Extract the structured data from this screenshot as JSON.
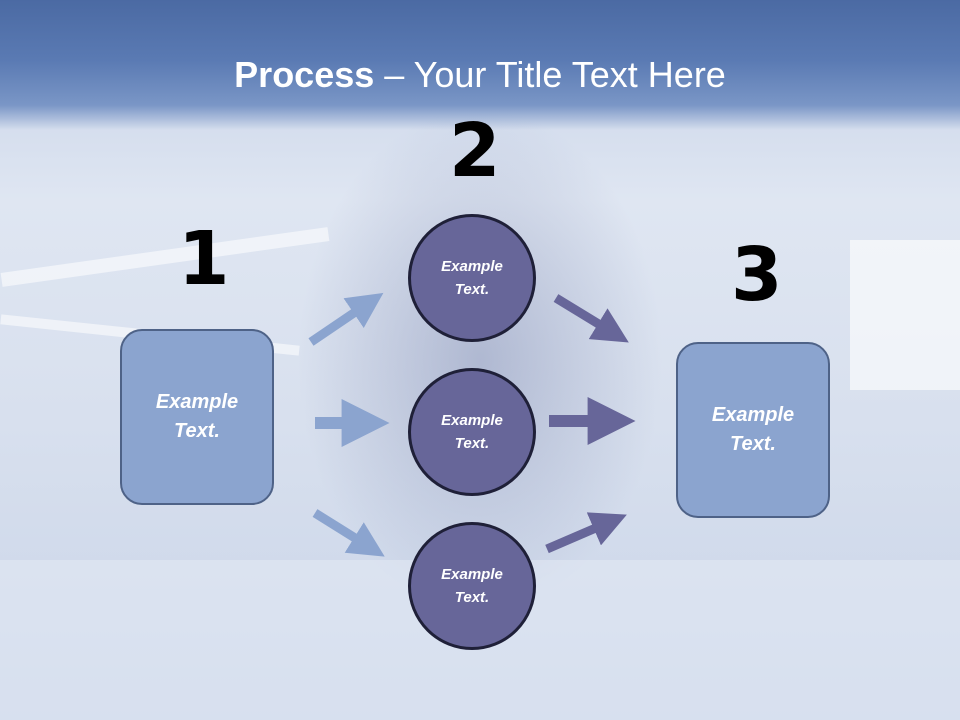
{
  "slide": {
    "title_bold": "Process",
    "title_rest": " – Your Title Text Here"
  },
  "steps": [
    {
      "number": "1"
    },
    {
      "number": "2"
    },
    {
      "number": "3"
    }
  ],
  "left_box": {
    "line1": "Example",
    "line2": "Text."
  },
  "right_box": {
    "line1": "Example",
    "line2": "Text."
  },
  "circles": [
    {
      "line1": "Example",
      "line2": "Text."
    },
    {
      "line1": "Example",
      "line2": "Text."
    },
    {
      "line1": "Example",
      "line2": "Text."
    }
  ],
  "colors": {
    "header": "#4b6aa3",
    "box_fill": "#8ba4cf",
    "circle_fill": "#676699",
    "arrow_light": "#8ba4cf",
    "arrow_dark": "#676699"
  }
}
